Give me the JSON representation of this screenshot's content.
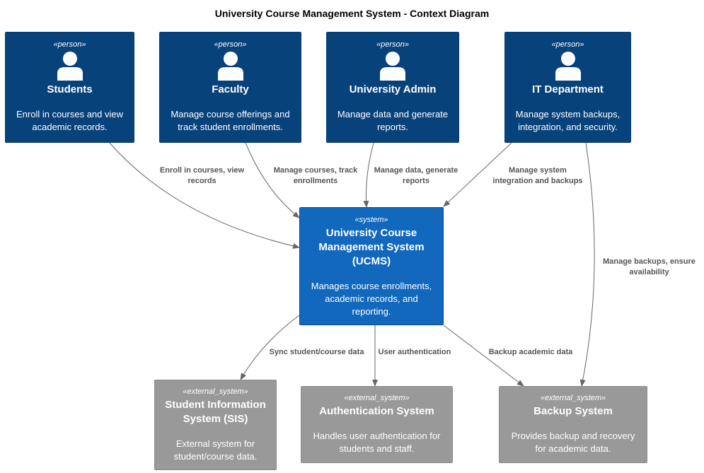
{
  "title": "University Course Management System - Context Diagram",
  "persons": [
    {
      "stereotype": "«person»",
      "name": "Students",
      "desc1": "Enroll in courses and view",
      "desc2": "academic records.",
      "icon": "person-icon"
    },
    {
      "stereotype": "«person»",
      "name": "Faculty",
      "desc1": "Manage course offerings and",
      "desc2": "track student enrollments.",
      "icon": "person-icon"
    },
    {
      "stereotype": "«person»",
      "name": "University Admin",
      "desc1": "Manage data and generate",
      "desc2": "reports.",
      "icon": "person-icon"
    },
    {
      "stereotype": "«person»",
      "name": "IT Department",
      "desc1": "Manage system backups,",
      "desc2": "integration, and security.",
      "icon": "person-icon"
    }
  ],
  "system": {
    "stereotype": "«system»",
    "name1": "University Course",
    "name2": "Management System",
    "name3": "(UCMS)",
    "desc1": "Manages course enrollments,",
    "desc2": "academic records, and",
    "desc3": "reporting."
  },
  "externals": [
    {
      "stereotype": "«external_system»",
      "name1": "Student Information",
      "name2": "System (SIS)",
      "desc1": "External system for",
      "desc2": "student/course data."
    },
    {
      "stereotype": "«external_system»",
      "name1": "Authentication System",
      "name2": "",
      "desc1": "Handles user authentication for",
      "desc2": "students and staff."
    },
    {
      "stereotype": "«external_system»",
      "name1": "Backup System",
      "name2": "",
      "desc1": "Provides backup and recovery",
      "desc2": "for academic data."
    }
  ],
  "edges": {
    "students": [
      "Enroll in courses, view",
      "records"
    ],
    "faculty": [
      "Manage courses, track",
      "enrollments"
    ],
    "admin": [
      "Manage data, generate",
      "reports"
    ],
    "it_system": [
      "Manage system",
      "integration and backups"
    ],
    "it_backup": [
      "Manage backups, ensure",
      "availability"
    ],
    "sis": [
      "Sync student/course data"
    ],
    "auth": [
      "User authentication"
    ],
    "backup": [
      "Backup academic data"
    ]
  },
  "colors": {
    "person": "#08427b",
    "system": "#1168bd",
    "external": "#999999",
    "edge": "#666666"
  }
}
